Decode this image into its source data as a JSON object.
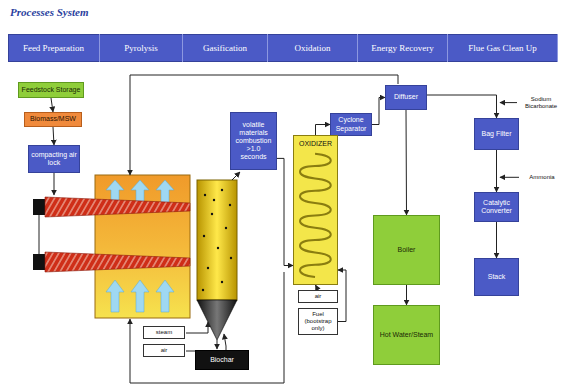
{
  "diagram": {
    "title": "Processes System",
    "nodes": [
      {
        "text": [
          "Feed Preparation"
        ]
      },
      {
        "text": [
          "Pyrolysis"
        ]
      },
      {
        "text": [
          "Gasification"
        ]
      },
      {
        "text": [
          "Oxidation"
        ]
      },
      {
        "text": [
          "Energy Recovery"
        ]
      },
      {
        "text": [
          "Flue Gas Clean Up"
        ]
      },
      {
        "text": [
          "Feedstock Storage"
        ]
      },
      {
        "text": [
          "Biomass/MSW"
        ]
      },
      {
        "text": [
          "compacting air lock"
        ]
      },
      {
        "text": [
          "volatile materials combustion >1.0 seconds"
        ]
      },
      {
        "text": [
          "Cyclone Separator"
        ]
      },
      {
        "text": [
          "Diffuser"
        ]
      },
      {
        "text": [
          "Bag Filter"
        ]
      },
      {
        "text": [
          "Catalytic Converter"
        ]
      },
      {
        "text": [
          "Stack"
        ]
      },
      {
        "text": [
          "OXIDIZER"
        ]
      },
      {
        "text": [
          "Boiler"
        ]
      },
      {
        "text": [
          "Hot Water/Steam"
        ]
      },
      {
        "text": [
          "steam"
        ]
      },
      {
        "text": [
          "air"
        ]
      },
      {
        "text": [
          "air"
        ]
      },
      {
        "text": [
          "Fuel (bootstrap only)"
        ]
      },
      {
        "text": [
          "Biochar"
        ]
      }
    ],
    "edges": [
      {
        "from": 6,
        "to": 7,
        "arrow": "to"
      },
      {
        "from": 7,
        "to": 8,
        "arrow": "to"
      },
      {
        "from": 9,
        "to": 15,
        "arrow": "to"
      },
      {
        "from": 15,
        "to": 10,
        "arrow": "to"
      },
      {
        "from": 10,
        "to": 11,
        "arrow": "to"
      },
      {
        "from": 11,
        "to": 16,
        "arrow": "to"
      },
      {
        "from": 16,
        "to": 17,
        "arrow": "to"
      },
      {
        "from": 11,
        "to": 12,
        "arrow": "to"
      },
      {
        "from": 12,
        "to": 13,
        "arrow": "to"
      },
      {
        "from": 13,
        "to": 14,
        "arrow": "to"
      },
      {
        "from": 20,
        "to": 15,
        "arrow": "to"
      },
      {
        "from": 21,
        "to": 15,
        "arrow": "to"
      }
    ],
    "labels": [
      "Sodium Bicarbonate",
      "Ammonia"
    ]
  }
}
